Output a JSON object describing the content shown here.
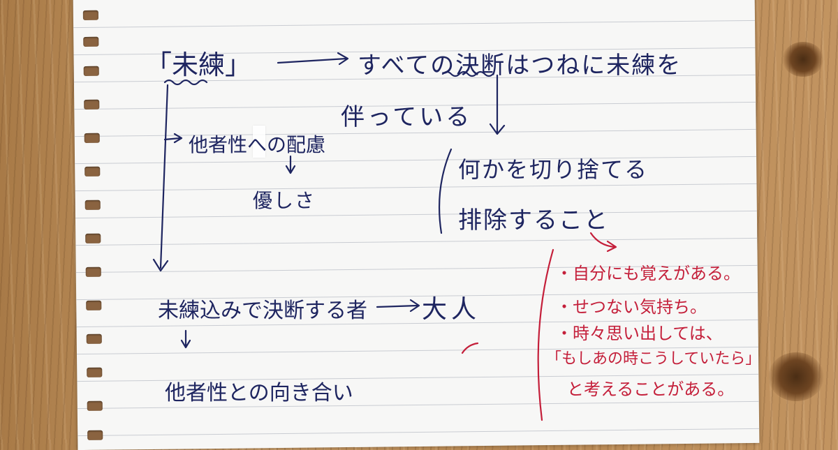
{
  "note": {
    "kenren_term": "「未練」",
    "definition_line1": "すべての決断はつねに未練を",
    "definition_line2": "伴っている",
    "consideration": "他者性への配慮",
    "kindness": "優しさ",
    "cut_off": "何かを切り捨てる",
    "exclude": "排除すること",
    "decide_with_regret": "未練込みで決断する者",
    "adult": "大人",
    "face_otherness": "他者性との向き合い"
  },
  "red_notes": [
    "・自分にも覚えがある。",
    "・せつない気持ち。",
    "・時々思い出しては、",
    "「もしあの時こうしていたら」",
    "と考えることがある。"
  ],
  "colors": {
    "blue_ink": "#1e2560",
    "red_ink": "#c41f3a",
    "paper": "#f7f7f6"
  }
}
